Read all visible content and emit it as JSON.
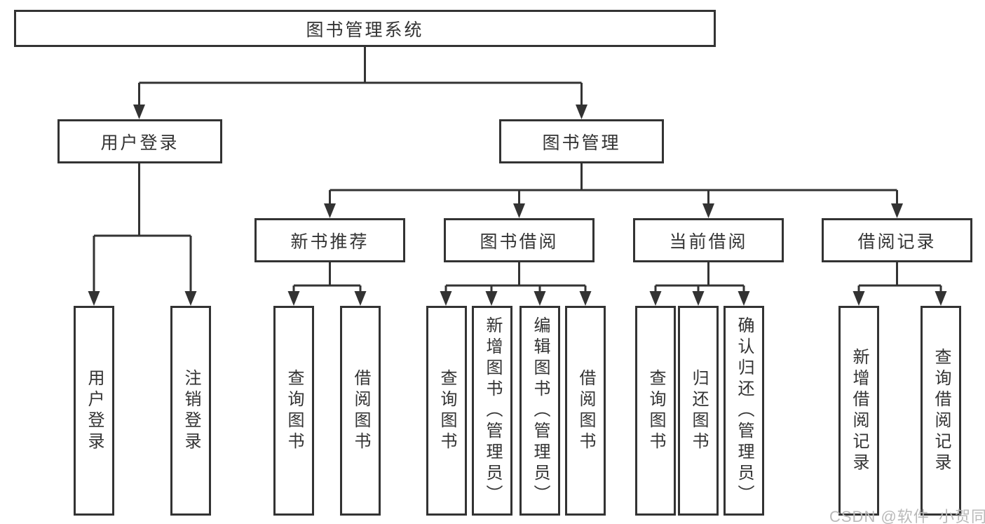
{
  "tree": {
    "root": "图书管理系统",
    "branches": [
      {
        "label": "用户登录",
        "children": [
          "用户登录",
          "注销登录"
        ]
      },
      {
        "label": "图书管理",
        "children": [
          {
            "label": "新书推荐",
            "children": [
              "查询图书",
              "借阅图书"
            ]
          },
          {
            "label": "图书借阅",
            "children": [
              "查询图书",
              "新增图书（管理员）",
              "编辑图书（管理员）",
              "借阅图书"
            ]
          },
          {
            "label": "当前借阅",
            "children": [
              "查询图书",
              "归还图书",
              "确认归还（管理员）"
            ]
          },
          {
            "label": "借阅记录",
            "children": [
              "新增借阅记录",
              "查询借阅记录"
            ]
          }
        ]
      }
    ]
  },
  "watermark": {
    "text": "CSDN @软件_小贺同学"
  },
  "colors": {
    "line": "#333333",
    "box_border": "#333333",
    "text": "#333333",
    "watermark": "#b9b9b9",
    "background": "#ffffff"
  }
}
